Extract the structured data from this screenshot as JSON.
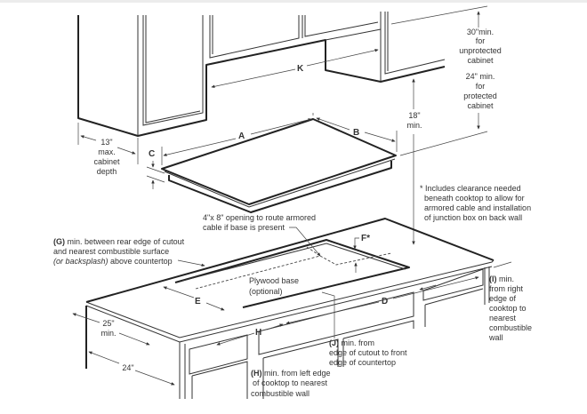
{
  "labels": {
    "A": "A",
    "B": "B",
    "C": "C",
    "D": "D",
    "E": "E",
    "F": "F*",
    "H": "H",
    "K": "K"
  },
  "upper_clearance": {
    "line1": "30\"min.",
    "line2": "for",
    "line3": "unprotected",
    "line4": "cabinet",
    "line5": "24\" min.",
    "line6": "for",
    "line7": "protected",
    "line8": "cabinet"
  },
  "min18": {
    "line1": "18\"",
    "line2": "min."
  },
  "cabinet_depth": {
    "line1": "13\"",
    "line2": "max.",
    "line3": "cabinet",
    "line4": "depth"
  },
  "footnote": {
    "line1": "* Includes clearance needed",
    "line2": "beneath cooktop to allow for",
    "line3": "armored cable and installation",
    "line4": "of junction box on back wall"
  },
  "opening": {
    "line1": "4\"x 8\" opening to route armored",
    "line2": "cable if base is present"
  },
  "note_g": {
    "tag": "(G)",
    "line1": " min. between rear edge of cutout",
    "line2": "and nearest combustible surface",
    "line3_italic": "(or backsplash)",
    "line3": " above countertop"
  },
  "plywood": {
    "line1": "Plywood base",
    "line2": "(optional)"
  },
  "depth25": {
    "line1": "25\"",
    "line2": "min."
  },
  "depth24": "24\"",
  "note_i": {
    "tag": "(I)",
    "line1": " min.",
    "line2": "from right",
    "line3": "edge of",
    "line4": "cooktop to",
    "line5": "nearest",
    "line6": "combustible",
    "line7": "wall"
  },
  "note_j": {
    "tag": "(J)",
    "line1": " min. from",
    "line2": "edge of cutout to front",
    "line3": "edge of countertop"
  },
  "note_h": {
    "tag": "(H)",
    "line1": " min. from left edge",
    "line2": "of cooktop to nearest",
    "line3": "combustible wall"
  }
}
